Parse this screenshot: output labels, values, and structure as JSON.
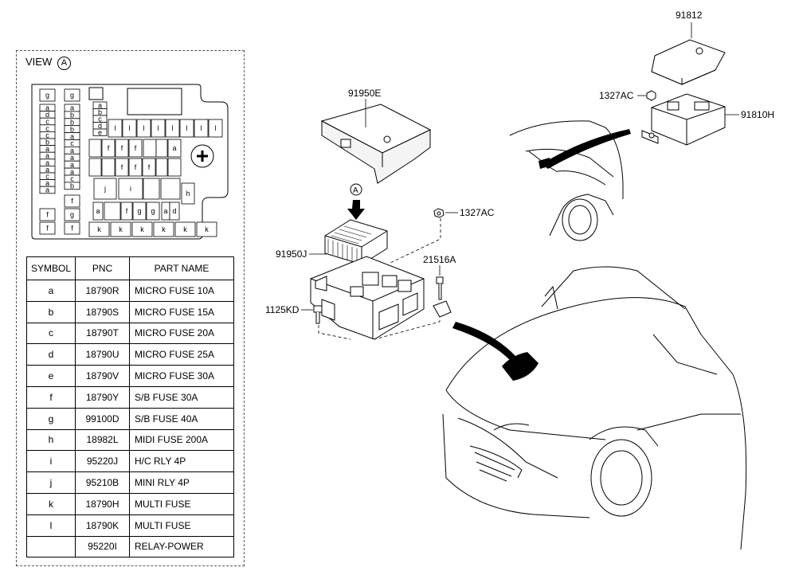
{
  "view": {
    "label": "VIEW",
    "marker": "A"
  },
  "fuse_layout": {
    "left_col1": [
      "g",
      "a",
      "d",
      "c",
      "c",
      "c",
      "b",
      "a",
      "a",
      "a",
      "a",
      "c",
      "a",
      "a",
      "f",
      "f"
    ],
    "left_col2": [
      "g",
      "a",
      "b",
      "b",
      "b",
      "a",
      "c",
      "a",
      "a",
      "a",
      "a",
      "c",
      "b",
      "f",
      "g",
      "f"
    ],
    "stack": [
      "a",
      "b",
      "c",
      "d",
      "e"
    ],
    "l_row": [
      "l",
      "l",
      "l",
      "l",
      "l",
      "l",
      "l",
      "l"
    ],
    "f_row1": [
      "f",
      "f",
      "f",
      "a"
    ],
    "f_row2": [
      "f",
      "f",
      "f"
    ],
    "j": "j",
    "i": "i",
    "h": "h",
    "bottom_row": [
      "a",
      "f",
      "g",
      "g",
      "a",
      "d"
    ],
    "k_row": [
      "k",
      "k",
      "k",
      "k",
      "k",
      "k"
    ]
  },
  "table": {
    "headers": [
      "SYMBOL",
      "PNC",
      "PART NAME"
    ],
    "rows": [
      [
        "a",
        "18790R",
        "MICRO FUSE 10A"
      ],
      [
        "b",
        "18790S",
        "MICRO FUSE 15A"
      ],
      [
        "c",
        "18790T",
        "MICRO FUSE 20A"
      ],
      [
        "d",
        "18790U",
        "MICRO FUSE 25A"
      ],
      [
        "e",
        "18790V",
        "MICRO FUSE 30A"
      ],
      [
        "f",
        "18790Y",
        "S/B FUSE 30A"
      ],
      [
        "g",
        "99100D",
        "S/B FUSE 40A"
      ],
      [
        "h",
        "18982L",
        "MIDI FUSE 200A"
      ],
      [
        "i",
        "95220J",
        "H/C RLY 4P"
      ],
      [
        "j",
        "95210B",
        "MINI RLY 4P"
      ],
      [
        "k",
        "18790H",
        "MULTI FUSE"
      ],
      [
        "l",
        "18790K",
        "MULTI FUSE"
      ],
      [
        "",
        "95220I",
        "RELAY-POWER"
      ]
    ]
  },
  "callouts": {
    "p91812": "91812",
    "p1327AC_top": "1327AC",
    "p91810H": "91810H",
    "p91950E": "91950E",
    "arrow_marker": "A",
    "p1327AC_mid": "1327AC",
    "p21516A": "21516A",
    "p91950J": "91950J",
    "p1125KD": "1125KD"
  }
}
